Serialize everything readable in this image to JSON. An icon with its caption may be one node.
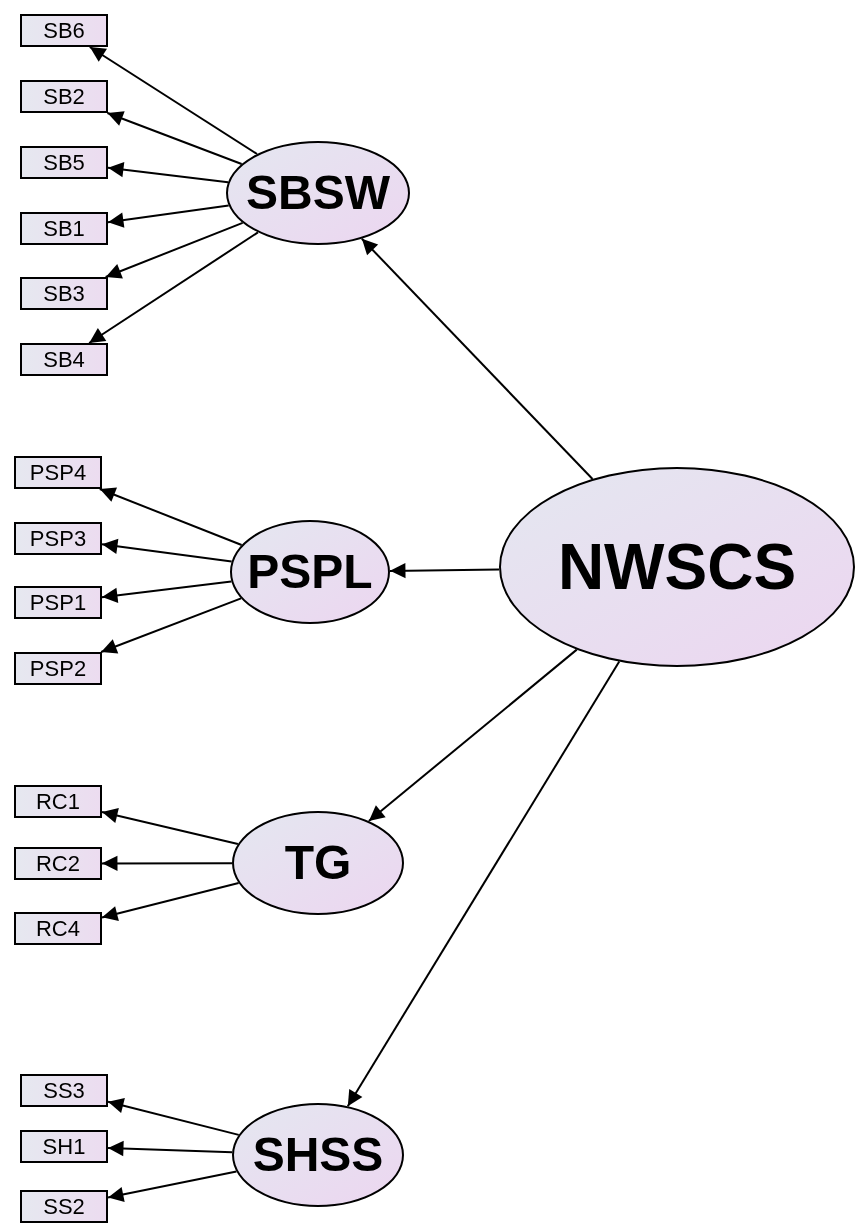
{
  "diagram": {
    "nodes": [
      {
        "text": [
          "SB6"
        ]
      },
      {
        "text": [
          "SB2"
        ]
      },
      {
        "text": [
          "SB5"
        ]
      },
      {
        "text": [
          "SB1"
        ]
      },
      {
        "text": [
          "SB3"
        ]
      },
      {
        "text": [
          "SB4"
        ]
      },
      {
        "text": [
          "SBSW"
        ]
      },
      {
        "text": [
          "PSP4"
        ]
      },
      {
        "text": [
          "PSP3"
        ]
      },
      {
        "text": [
          "PSP1"
        ]
      },
      {
        "text": [
          "PSP2"
        ]
      },
      {
        "text": [
          "PSPL"
        ]
      },
      {
        "text": [
          "NWSCS"
        ]
      },
      {
        "text": [
          "RC1"
        ]
      },
      {
        "text": [
          "RC2"
        ]
      },
      {
        "text": [
          "RC4"
        ]
      },
      {
        "text": [
          "TG"
        ]
      },
      {
        "text": [
          "SS3"
        ]
      },
      {
        "text": [
          "SH1"
        ]
      },
      {
        "text": [
          "SS2"
        ]
      },
      {
        "text": [
          "SHSS"
        ]
      }
    ],
    "edges": [
      {
        "from": 12,
        "to": 6,
        "arrow": "to"
      },
      {
        "from": 12,
        "to": 11,
        "arrow": "to"
      },
      {
        "from": 12,
        "to": 16,
        "arrow": "to"
      },
      {
        "from": 12,
        "to": 20,
        "arrow": "to"
      },
      {
        "from": 6,
        "to": 0,
        "arrow": "to"
      },
      {
        "from": 6,
        "to": 1,
        "arrow": "to"
      },
      {
        "from": 6,
        "to": 2,
        "arrow": "to"
      },
      {
        "from": 6,
        "to": 3,
        "arrow": "to"
      },
      {
        "from": 6,
        "to": 4,
        "arrow": "to"
      },
      {
        "from": 6,
        "to": 5,
        "arrow": "to"
      },
      {
        "from": 11,
        "to": 7,
        "arrow": "to"
      },
      {
        "from": 11,
        "to": 8,
        "arrow": "to"
      },
      {
        "from": 11,
        "to": 9,
        "arrow": "to"
      },
      {
        "from": 11,
        "to": 10,
        "arrow": "to"
      },
      {
        "from": 16,
        "to": 13,
        "arrow": "to"
      },
      {
        "from": 16,
        "to": 14,
        "arrow": "to"
      },
      {
        "from": 16,
        "to": 15,
        "arrow": "to"
      },
      {
        "from": 20,
        "to": 17,
        "arrow": "to"
      },
      {
        "from": 20,
        "to": 18,
        "arrow": "to"
      },
      {
        "from": 20,
        "to": 19,
        "arrow": "to"
      }
    ]
  }
}
